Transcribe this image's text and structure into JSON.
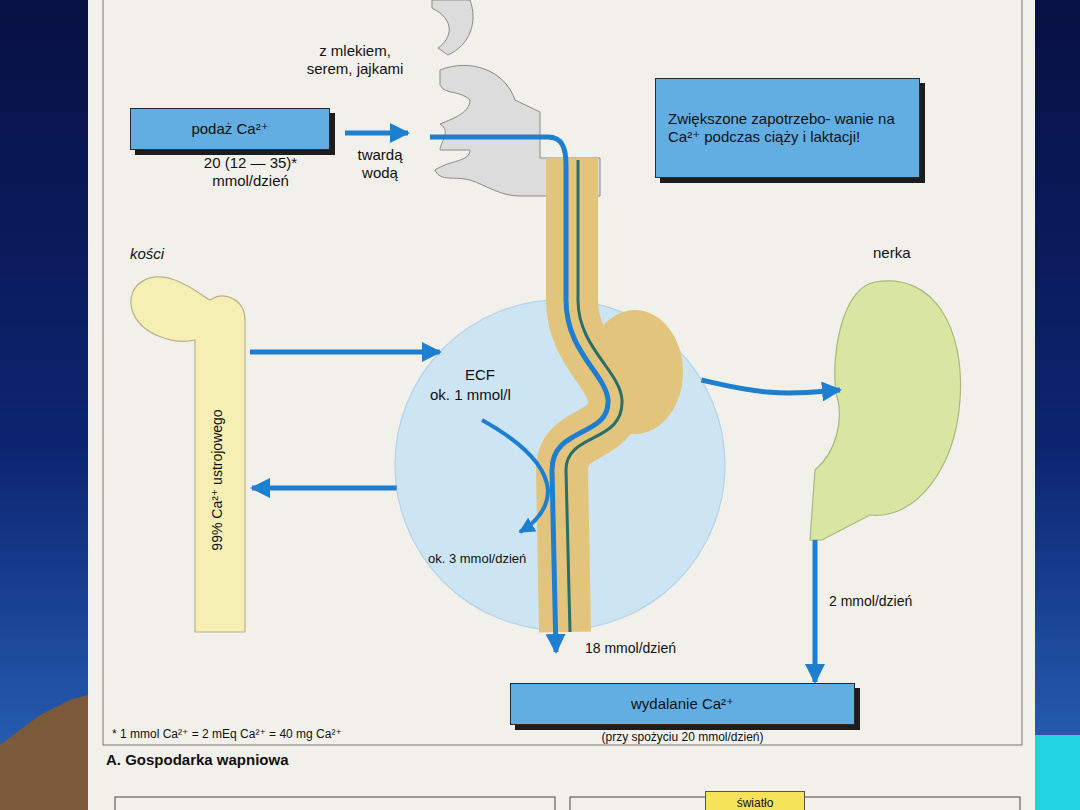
{
  "diagram": {
    "caption": "A. Gospodarka wapniowa",
    "nodes": [
      {
        "text": [
          "podaż Ca²⁺"
        ]
      },
      {
        "text": [
          "Zwiększone zapotrzebo- wanie na Ca²⁺ podczas ciąży i laktacji!"
        ]
      },
      {
        "text": [
          "kości",
          "99% Ca²⁺ ustrojowego"
        ]
      },
      {
        "text": [
          "ECF",
          "ok. 1 mmol/l"
        ]
      },
      {
        "text": [
          "nerka"
        ]
      },
      {
        "text": [
          "wydalanie Ca²⁺",
          "(przy spożyciu 20 mmol/dzień)"
        ]
      },
      {
        "text": [
          "światło"
        ]
      }
    ],
    "edges": [
      {
        "from": 2,
        "to": 3,
        "arrow": "to"
      },
      {
        "from": 3,
        "to": 2,
        "arrow": "to"
      },
      {
        "from": 3,
        "to": 4,
        "arrow": "to"
      },
      {
        "from": 4,
        "to": 5,
        "label": "2 mmol/dzień",
        "arrow": "to"
      }
    ],
    "labels": [
      "z mlekiem, serem, jajkami",
      "twardą wodą",
      "20 (12 — 35)* mmol/dzień",
      "ok. 3 mmol/dzień",
      "18 mmol/dzień",
      "* 1 mmol Ca²⁺ = 2 mEq Ca²⁺ = 40 mg Ca²⁺"
    ]
  }
}
